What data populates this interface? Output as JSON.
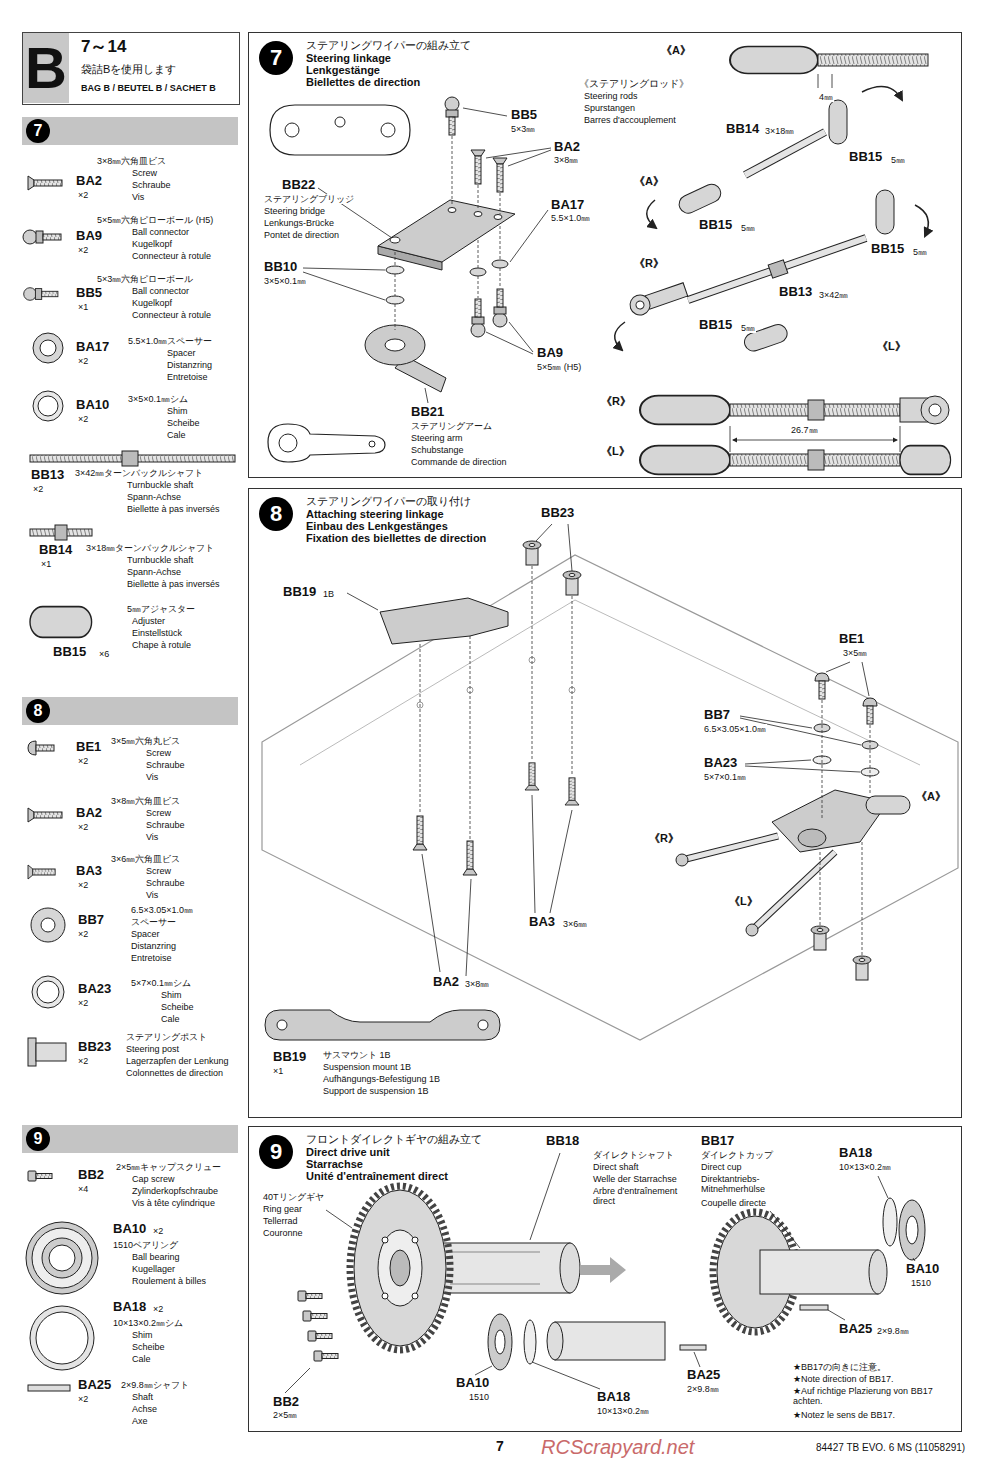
{
  "diagram": {
    "nodes": [
      {
        "text": [
          "B",
          "7～14",
          "袋詰Bを使用します",
          "BAG B / BEUTEL B / SACHET B"
        ]
      },
      {
        "text": [
          "7"
        ]
      },
      {
        "text": [
          "8"
        ]
      },
      {
        "text": [
          "9"
        ]
      },
      {
        "text": [
          "7",
          "ステアリングワイパーの組み立て",
          "Steering linkage",
          "Lenkgestänge",
          "Biellettes de direction"
        ]
      },
      {
        "text": [
          "8",
          "ステアリングワイパーの取り付け",
          "Attaching steering linkage",
          "Einbau des Lenkgestänges",
          "Fixation des biellettes de direction"
        ]
      },
      {
        "text": [
          "9",
          "フロントダイレクトギヤの組み立て",
          "Direct drive unit",
          "Starrachse",
          "Unité d'entraînement direct"
        ]
      }
    ],
    "labels": [
      "BA2",
      "×2",
      "3×8㎜六角皿ビス",
      "Screw",
      "Schraube",
      "Vis",
      "BA9",
      "×2",
      "5×5㎜六角ピローボール (H5)",
      "Ball connector",
      "Kugelkopf",
      "Connecteur à rotule",
      "BB5",
      "×1",
      "5×3㎜六角ピローボール",
      "Ball connector",
      "Kugelkopf",
      "Connecteur à rotule",
      "BA17",
      "×2",
      "5.5×1.0㎜スペーサー",
      "Spacer",
      "Distanzring",
      "Entretoise",
      "BA10",
      "×2",
      "3×5×0.1㎜シム",
      "Shim",
      "Scheibe",
      "Cale",
      "BB13",
      "×2",
      "3×42㎜ターンバックルシャフト",
      "Turnbuckle shaft",
      "Spann-Achse",
      "Biellette à pas inversés",
      "BB14",
      "×1",
      "3×18㎜ターンバックルシャフト",
      "Turnbuckle shaft",
      "Spann-Achse",
      "Biellette à pas inversés",
      "BB15",
      "×6",
      "5㎜アジャスター",
      "Adjuster",
      "Einstellstück",
      "Chape à rotule",
      "BE1",
      "×2",
      "3×5㎜六角丸ビス",
      "Screw",
      "Schraube",
      "Vis",
      "BA2",
      "×2",
      "3×8㎜六角皿ビス",
      "Screw",
      "Schraube",
      "Vis",
      "BA3",
      "×2",
      "3×6㎜六角皿ビス",
      "Screw",
      "Schraube",
      "Vis",
      "BB7",
      "×2",
      "6.5×3.05×1.0㎜",
      "スペーサー",
      "Spacer",
      "Distanzring",
      "Entretoise",
      "BA23",
      "×2",
      "5×7×0.1㎜シム",
      "Shim",
      "Scheibe",
      "Cale",
      "BB23",
      "×2",
      "ステアリングポスト",
      "Steering post",
      "Lagerzapfen der Lenkung",
      "Colonnettes de direction",
      "BB2",
      "×4",
      "2×5㎜キャップスクリュー",
      "Cap screw",
      "Zylinderkopfschraube",
      "Vis à tête cylindrique",
      "BA10",
      "×2",
      "1510ベアリング",
      "Ball bearing",
      "Kugellager",
      "Roulement à billes",
      "BA18",
      "×2",
      "10×13×0.2㎜シム",
      "Shim",
      "Scheibe",
      "Cale",
      "BA25",
      "×2",
      "2×9.8㎜シャフト",
      "Shaft",
      "Achse",
      "Axe",
      "BB5",
      "5×3㎜",
      "BA2",
      "3×8㎜",
      "BB22",
      "ステアリングブリッジ",
      "Steering bridge",
      "Lenkungs-Brücke",
      "Pontet de direction",
      "BA17",
      "5.5×1.0㎜",
      "BB10",
      "3×5×0.1㎜",
      "BA9",
      "5×5㎜ (H5)",
      "BB21",
      "ステアリングアーム",
      "Steering arm",
      "Schubstange",
      "Commande de direction",
      "《A》",
      "4㎜",
      "《ステアリングロッド》",
      "Steering rods",
      "Spurstangen",
      "Barres d'accouplement",
      "BB14",
      "3×18㎜",
      "BB15",
      "5㎜",
      "《A》",
      "BB15",
      "5㎜",
      "《R》",
      "BB15",
      "5㎜",
      "BB13",
      "3×42㎜",
      "BB15",
      "5㎜",
      "《L》",
      "《R》",
      "《L》",
      "26.7㎜",
      "BB23",
      "BB19",
      "1B",
      "BE1",
      "3×5㎜",
      "BB7",
      "6.5×3.05×1.0㎜",
      "BA23",
      "5×7×0.1㎜",
      "《A》",
      "《R》",
      "《L》",
      "BA2",
      "3×8㎜",
      "BA3",
      "3×6㎜",
      "BB19",
      "×1",
      "サスマウント 1B",
      "Suspension mount 1B",
      "Aufhängungs-Befestigung 1B",
      "Support de suspension 1B",
      "40Tリングギヤ",
      "Ring gear",
      "Tellerrad",
      "Couronne",
      "BB18",
      "ダイレクトシャフト",
      "Direct shaft",
      "Welle der Starrachse",
      "Arbre d'entraînement direct",
      "BB17",
      "ダイレクトカップ",
      "Direct cup",
      "Direktantriebs-Mitnehmerhülse",
      "Coupelle directe",
      "BA18",
      "10×13×0.2㎜",
      "BA10",
      "1510",
      "BA25",
      "2×9.8㎜",
      "BB2",
      "2×5㎜",
      "BA10",
      "1510",
      "BA18",
      "10×13×0.2㎜",
      "BA25",
      "2×9.8㎜",
      "★BB17の向きに注意。",
      "★Note direction of BB17.",
      "★Auf richtige Plazierung von BB17 achten.",
      "★Notez le sens de BB17.",
      "7",
      "84427 TB EVO. 6 MS (11058291)",
      "RCScrapyard.net"
    ]
  }
}
